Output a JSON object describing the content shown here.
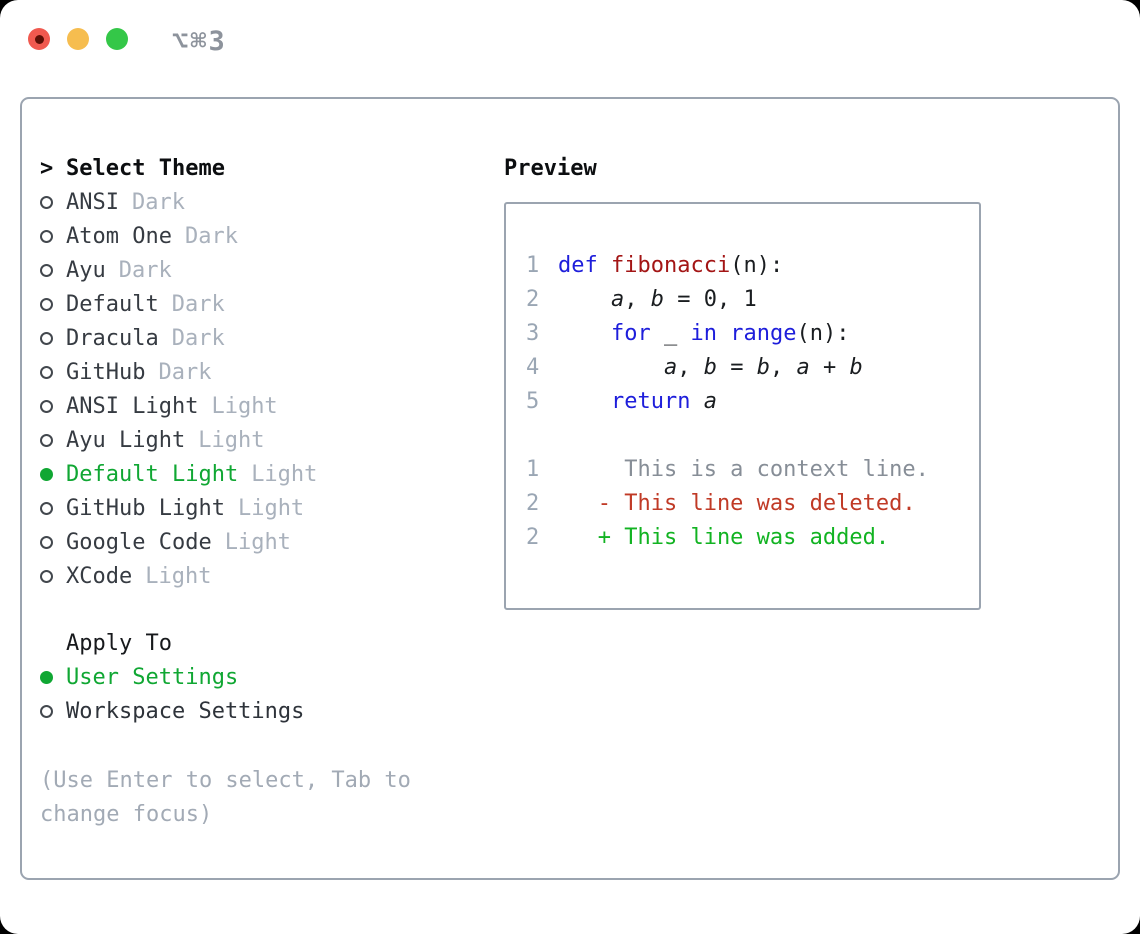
{
  "window": {
    "title": "⌥⌘3"
  },
  "titlebar": {
    "buttons": [
      {
        "name": "close-button",
        "color": "#f0594f"
      },
      {
        "name": "minimize-button",
        "color": "#f6bd4f"
      },
      {
        "name": "zoom-button",
        "color": "#34c748"
      }
    ]
  },
  "theme_picker": {
    "prefix": ">",
    "header": "Select Theme",
    "items": [
      {
        "name": "ANSI",
        "variant": "Dark",
        "selected": false
      },
      {
        "name": "Atom One",
        "variant": "Dark",
        "selected": false
      },
      {
        "name": "Ayu",
        "variant": "Dark",
        "selected": false
      },
      {
        "name": "Default",
        "variant": "Dark",
        "selected": false
      },
      {
        "name": "Dracula",
        "variant": "Dark",
        "selected": false
      },
      {
        "name": "GitHub",
        "variant": "Dark",
        "selected": false
      },
      {
        "name": "ANSI Light",
        "variant": "Light",
        "selected": false
      },
      {
        "name": "Ayu Light",
        "variant": "Light",
        "selected": false
      },
      {
        "name": "Default Light",
        "variant": "Light",
        "selected": true
      },
      {
        "name": "GitHub Light",
        "variant": "Light",
        "selected": false
      },
      {
        "name": "Google Code",
        "variant": "Light",
        "selected": false
      },
      {
        "name": "XCode",
        "variant": "Light",
        "selected": false
      }
    ]
  },
  "apply_to": {
    "header": "Apply To",
    "options": [
      {
        "label": "User Settings",
        "selected": true
      },
      {
        "label": "Workspace Settings",
        "selected": false
      }
    ]
  },
  "hint": "(Use Enter to select, Tab to change focus)",
  "preview": {
    "header": "Preview",
    "lines": [
      {
        "num": "1",
        "segments": [
          {
            "text": "def",
            "style": "keyword"
          },
          {
            "text": " ",
            "style": "plain"
          },
          {
            "text": "fibonacci",
            "style": "function"
          },
          {
            "text": "(n):",
            "style": "plain"
          }
        ]
      },
      {
        "num": "2",
        "segments": [
          {
            "text": "    ",
            "style": "plain"
          },
          {
            "text": "a",
            "style": "variable"
          },
          {
            "text": ", ",
            "style": "plain"
          },
          {
            "text": "b",
            "style": "variable"
          },
          {
            "text": " = 0, 1",
            "style": "plain"
          }
        ]
      },
      {
        "num": "3",
        "segments": [
          {
            "text": "    ",
            "style": "plain"
          },
          {
            "text": "for",
            "style": "keyword"
          },
          {
            "text": " _ ",
            "style": "plain"
          },
          {
            "text": "in",
            "style": "keyword"
          },
          {
            "text": " ",
            "style": "plain"
          },
          {
            "text": "range",
            "style": "keyword"
          },
          {
            "text": "(n):",
            "style": "plain"
          }
        ]
      },
      {
        "num": "4",
        "segments": [
          {
            "text": "        ",
            "style": "plain"
          },
          {
            "text": "a",
            "style": "variable"
          },
          {
            "text": ", ",
            "style": "plain"
          },
          {
            "text": "b",
            "style": "variable"
          },
          {
            "text": " = ",
            "style": "plain"
          },
          {
            "text": "b",
            "style": "variable"
          },
          {
            "text": ", ",
            "style": "plain"
          },
          {
            "text": "a",
            "style": "variable"
          },
          {
            "text": " + ",
            "style": "plain"
          },
          {
            "text": "b",
            "style": "variable"
          }
        ]
      },
      {
        "num": "5",
        "segments": [
          {
            "text": "    ",
            "style": "plain"
          },
          {
            "text": "return",
            "style": "keyword"
          },
          {
            "text": " ",
            "style": "plain"
          },
          {
            "text": "a",
            "style": "variable"
          }
        ]
      },
      {
        "num": "",
        "segments": []
      },
      {
        "num": "1",
        "segments": [
          {
            "text": "     This is a context line.",
            "style": "context"
          }
        ]
      },
      {
        "num": "2",
        "segments": [
          {
            "text": "   - This line was deleted.",
            "style": "deleted"
          }
        ]
      },
      {
        "num": "2",
        "segments": [
          {
            "text": "   + This line was added.",
            "style": "added"
          }
        ]
      }
    ]
  },
  "colors": {
    "accent_green": "#10a733",
    "keyword_blue": "#1e1edb",
    "function_red": "#a31515",
    "deleted_red": "#c03a26",
    "added_green": "#12b322",
    "context_gray": "#878e97",
    "panel_border": "#9ba4b0",
    "traffic_red": "#f0594f",
    "traffic_yellow": "#f6bd4f",
    "traffic_green": "#34c748"
  }
}
